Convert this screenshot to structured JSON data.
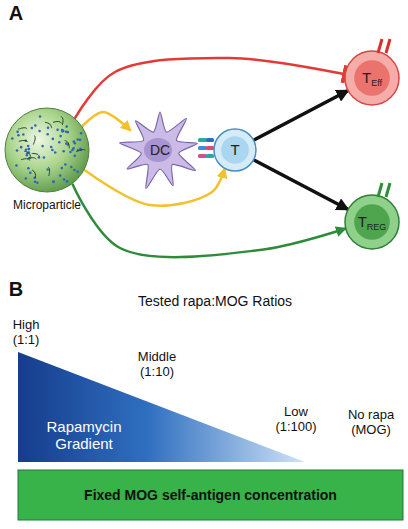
{
  "diagram": {
    "nodes": [
      {
        "text": [
          "Microparticle"
        ]
      },
      {
        "text": [
          "DC"
        ]
      },
      {
        "text": [
          "T"
        ]
      },
      {
        "text": [
          "T",
          "Eff"
        ]
      },
      {
        "text": [
          "T",
          "REG"
        ]
      },
      {
        "text": [
          "Rapamycin Gradient"
        ]
      },
      {
        "text": [
          "Fixed MOG self-antigen concentration"
        ]
      }
    ],
    "edges": [
      {
        "from": 0,
        "to": 3,
        "arrow": "to"
      },
      {
        "from": 0,
        "to": 1,
        "arrow": "to"
      },
      {
        "from": 0,
        "to": 2,
        "arrow": "to"
      },
      {
        "from": 0,
        "to": 4,
        "arrow": "to"
      },
      {
        "from": 2,
        "to": 3,
        "arrow": "to"
      },
      {
        "from": 2,
        "to": 4,
        "arrow": "to"
      }
    ],
    "labels": [
      "A",
      "B",
      "Tested rapa:MOG Ratios",
      "High (1:1)",
      "Middle (1:10)",
      "Low (1:100)",
      "No rapa (MOG)"
    ]
  }
}
